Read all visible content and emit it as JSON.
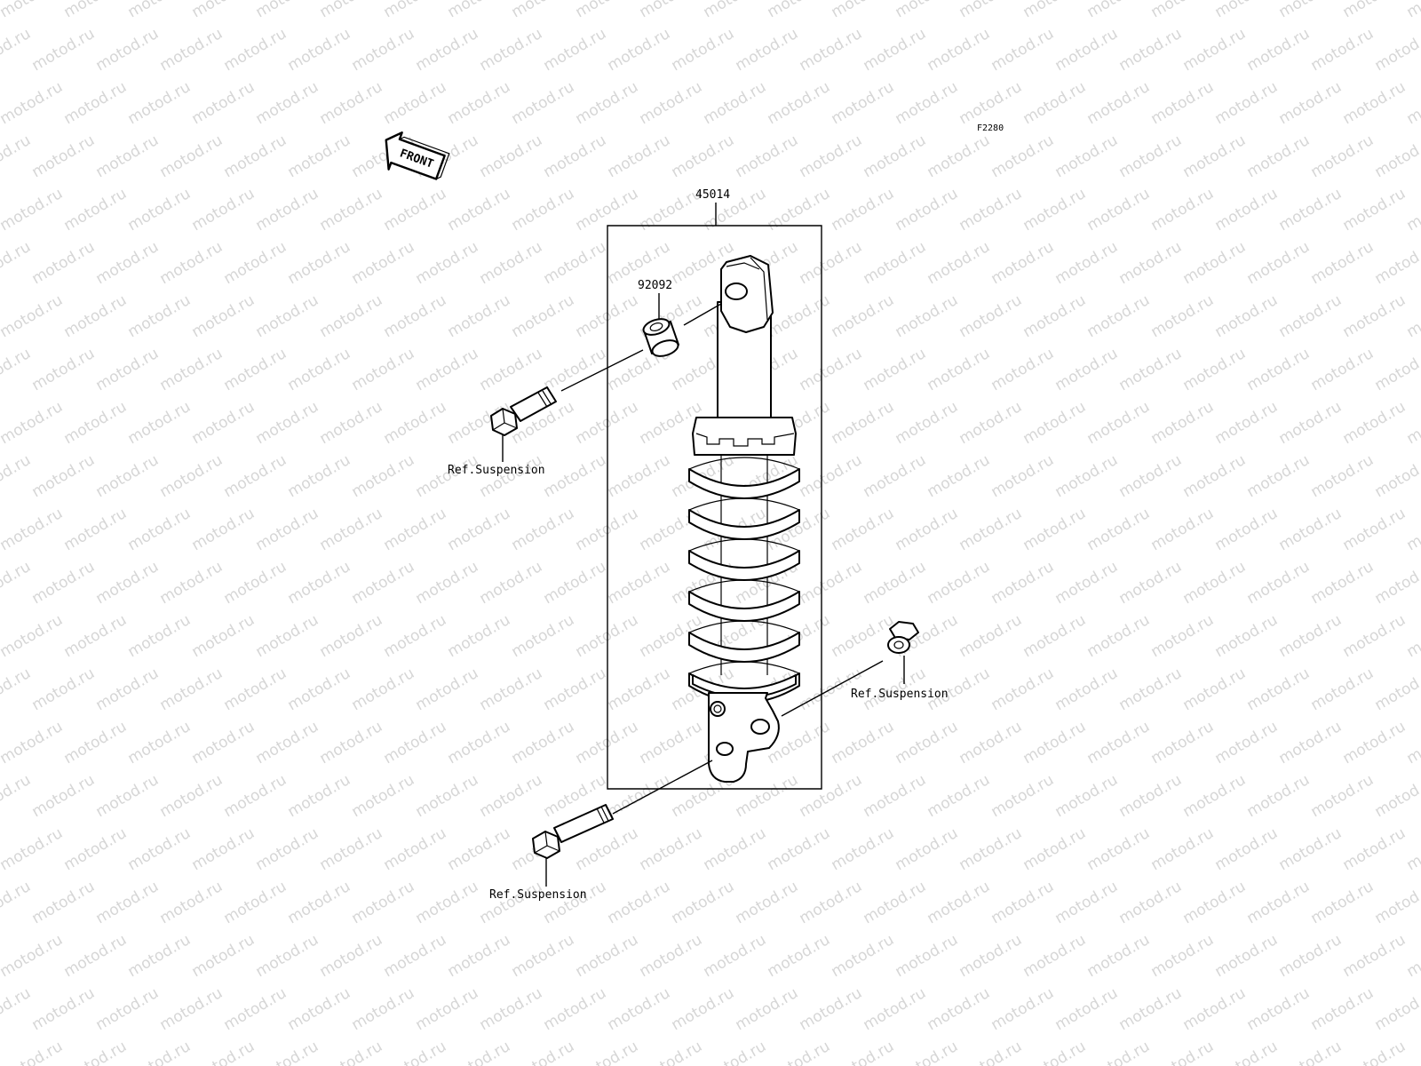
{
  "diagram": {
    "code": "F2280",
    "front_arrow_label": "FRONT",
    "watermark_text": "motod.ru",
    "callouts": {
      "assembly": "45014",
      "spacer": "92092",
      "ref_top_bolt": "Ref.Suspension",
      "ref_nut": "Ref.Suspension",
      "ref_bottom_bolt": "Ref.Suspension"
    }
  }
}
